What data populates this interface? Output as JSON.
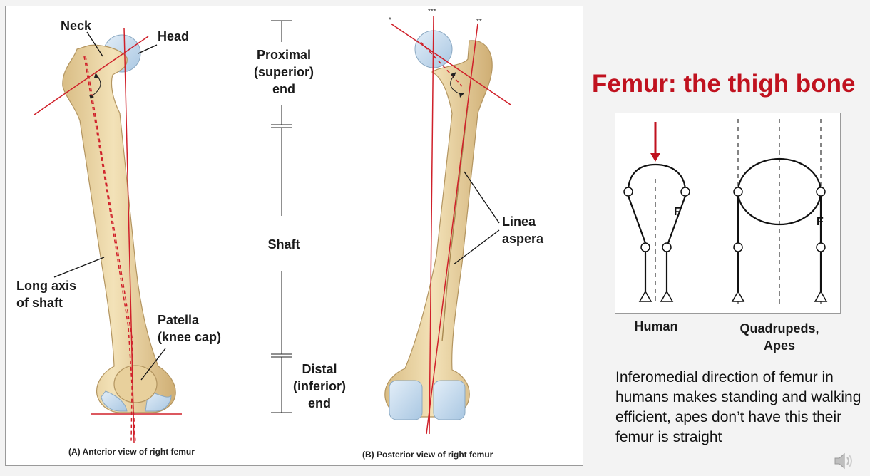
{
  "figure": {
    "anterior": {
      "labels": {
        "neck": "Neck",
        "head": "Head",
        "long_axis": "Long axis\nof shaft",
        "patella": "Patella\n(knee cap)"
      },
      "caption": "(A) Anterior view of right femur"
    },
    "scale": {
      "proximal": "Proximal\n(superior)\nend",
      "shaft": "Shaft",
      "distal": "Distal\n(inferior)\nend"
    },
    "posterior": {
      "labels": {
        "linea_aspera": "Linea\naspera"
      },
      "markers": {
        "single": "*",
        "triple": "***",
        "double": "**"
      },
      "caption": "(B) Posterior view of right femur"
    }
  },
  "title": "Femur: the thigh bone",
  "inset": {
    "femur_letter_human": "F",
    "femur_letter_quadruped": "F",
    "human_label": "Human",
    "quadruped_label": "Quadrupeds,\nApes"
  },
  "description": "Inferomedial direction of femur in humans makes standing and walking efficient, apes don’t have this their femur is straight",
  "colors": {
    "title": "#c0121f",
    "axis_line": "#d0202a",
    "bone": "#ecd7a6",
    "bone_outline": "#b39560",
    "cartilage": "#bfd7ec"
  },
  "icons": {
    "speaker": "speaker-icon"
  }
}
